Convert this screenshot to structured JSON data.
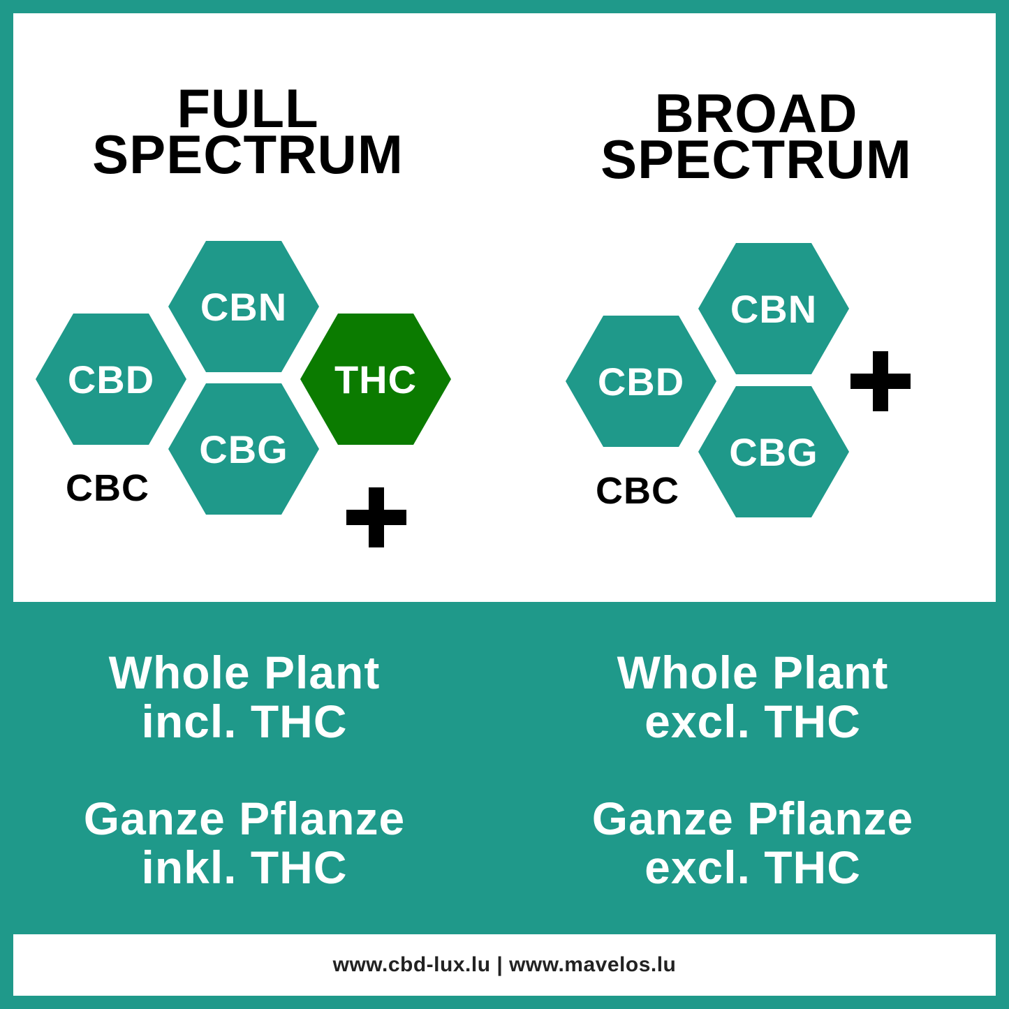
{
  "left": {
    "title_line1": "FULL",
    "title_line2": "SPECTRUM",
    "hexes": {
      "cbd": "CBD",
      "cbn": "CBN",
      "cbg": "CBG",
      "thc": "THC"
    },
    "extra_label": "CBC",
    "desc_en_line1": "Whole Plant",
    "desc_en_line2": "incl. THC",
    "desc_de_line1": "Ganze Pflanze",
    "desc_de_line2": "inkl. THC"
  },
  "right": {
    "title_line1": "BROAD",
    "title_line2": "SPECTRUM",
    "hexes": {
      "cbd": "CBD",
      "cbn": "CBN",
      "cbg": "CBG"
    },
    "extra_label": "CBC",
    "desc_en_line1": "Whole Plant",
    "desc_en_line2": "excl. THC",
    "desc_de_line1": "Ganze Pflanze",
    "desc_de_line2": "excl. THC"
  },
  "footer": {
    "text": "www.cbd-lux.lu | www.mavelos.lu"
  },
  "colors": {
    "teal": "#1f998a",
    "thc_green": "#0b7b00",
    "white": "#ffffff",
    "black": "#000000"
  },
  "icons": {
    "plus": "plus-icon"
  }
}
